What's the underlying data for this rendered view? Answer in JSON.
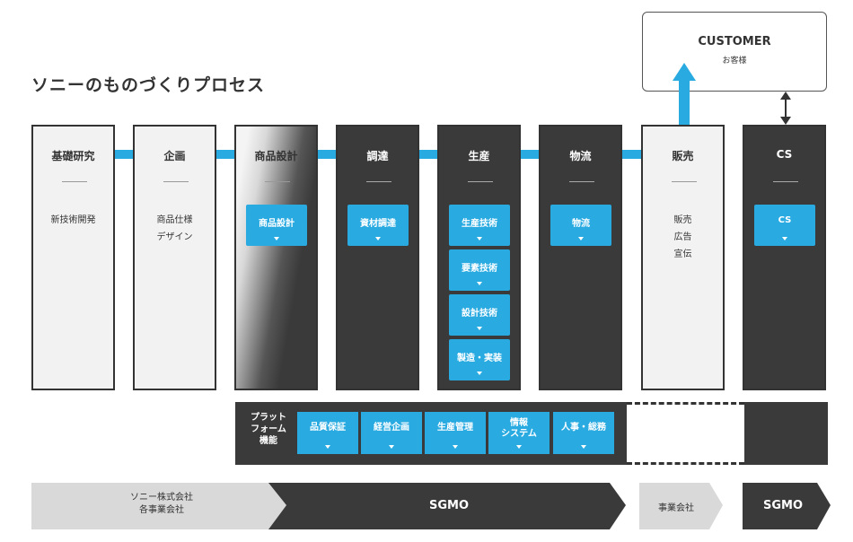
{
  "title": "ソニーのものづくりプロセス",
  "customer": {
    "title": "CUSTOMER",
    "sub": "お客様"
  },
  "columns": [
    {
      "head": "基礎研究",
      "text": [
        "新技術開発"
      ]
    },
    {
      "head": "企画",
      "text": [
        "商品仕様",
        "デザイン"
      ]
    },
    {
      "head": "商品設計",
      "buttons": [
        "商品設計"
      ]
    },
    {
      "head": "調達",
      "buttons": [
        "資材調達"
      ]
    },
    {
      "head": "生産",
      "buttons": [
        "生産技術",
        "要素技術",
        "設計技術",
        "製造・実装"
      ]
    },
    {
      "head": "物流",
      "buttons": [
        "物流"
      ]
    },
    {
      "head": "販売",
      "text": [
        "販売",
        "広告",
        "宣伝"
      ]
    },
    {
      "head": "CS",
      "buttons": [
        "CS"
      ]
    }
  ],
  "platform": {
    "label": [
      "プラット",
      "フォーム",
      "機能"
    ],
    "buttons": [
      [
        "品質保証"
      ],
      [
        "経営企画"
      ],
      [
        "生産管理"
      ],
      [
        "情報",
        "システム"
      ],
      [
        "人事・総務"
      ]
    ]
  },
  "bands": {
    "sony": [
      "ソニー株式会社",
      "各事業会社"
    ],
    "sgmo_main": "SGMO",
    "business": "事業会社",
    "sgmo_cs": "SGMO"
  },
  "colors": {
    "accent": "#29abe2",
    "dark": "#3a3a3a",
    "light": "#f2f2f2",
    "band_gray": "#d9d9d9"
  },
  "icons": [
    "arrow-up-icon",
    "double-arrow-icon",
    "chevron-down-icon"
  ]
}
